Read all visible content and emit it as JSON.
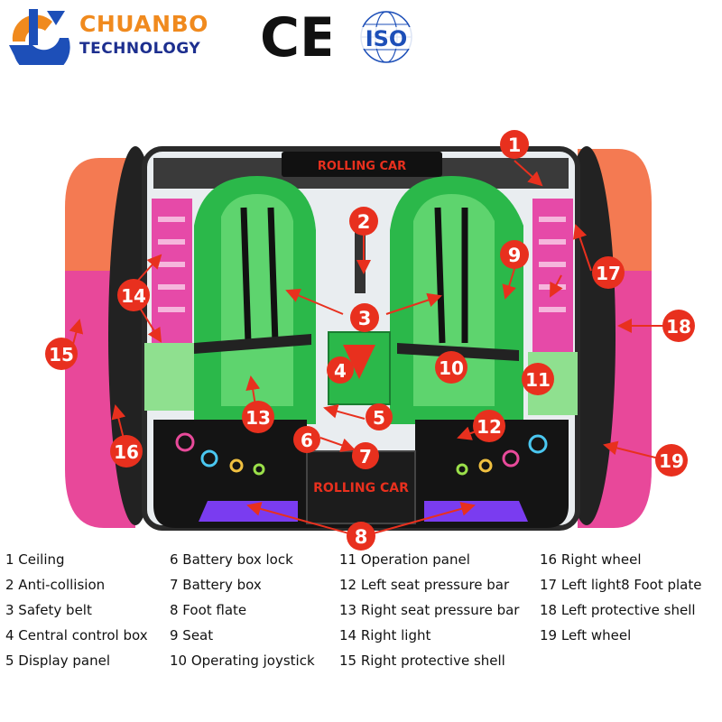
{
  "brand": {
    "name_line1": "CHUANBO",
    "name_line2": "TECHNOLOGY",
    "ce_mark": "CE",
    "iso_mark": "ISO"
  },
  "product": {
    "top_sign": "ROLLING CAR",
    "front_sign": "ROLLING CAR"
  },
  "callouts": [
    "1",
    "2",
    "3",
    "4",
    "5",
    "6",
    "7",
    "8",
    "9",
    "10",
    "11",
    "12",
    "13",
    "14",
    "15",
    "16",
    "17",
    "18",
    "19"
  ],
  "legend": {
    "col1": [
      "1 Ceiling",
      "2 Anti-collision",
      "3 Safety belt",
      "4 Central control box",
      "5 Display panel"
    ],
    "col2": [
      "6 Battery box lock",
      "7 Battery box",
      "8 Foot flate",
      "9 Seat",
      "10 Operating joystick"
    ],
    "col3": [
      "11 Operation panel",
      "12 Left seat pressure bar",
      "13 Right seat pressure bar",
      "14 Right light",
      "15 Right protective shell"
    ],
    "col4": [
      "16 Right wheel",
      "17 Left light8 Foot plate",
      "18 Left protective shell",
      "19 Left wheel"
    ]
  },
  "colors": {
    "callout_red": "#e8301e",
    "seat_green": "#2bb84a",
    "shell_pink": "#e8489a",
    "shell_orange": "#f47a52",
    "brand_orange": "#f08a1e",
    "brand_blue": "#1d2f8f"
  }
}
